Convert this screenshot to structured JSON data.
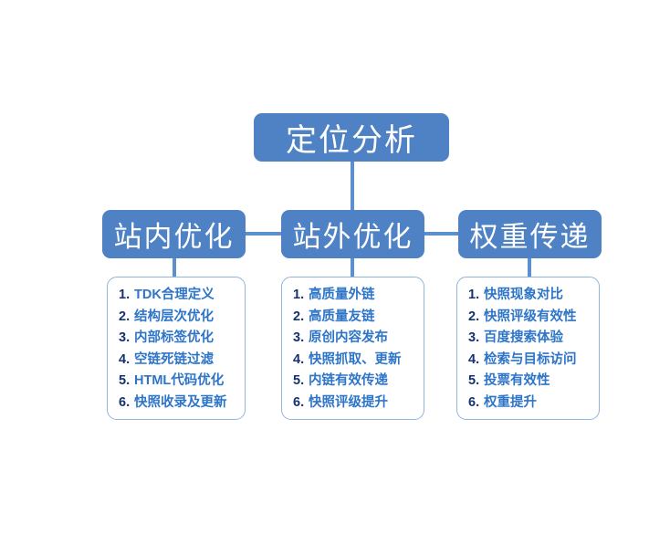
{
  "diagram": {
    "title_node": {
      "label": "定位分析"
    },
    "branches": [
      {
        "id": "inner",
        "label": "站内优化",
        "items": [
          {
            "num": "1.",
            "text": "TDK合理定义"
          },
          {
            "num": "2.",
            "text": "结构层次优化"
          },
          {
            "num": "3.",
            "text": "内部标签优化"
          },
          {
            "num": "4.",
            "text": "空链死链过滤"
          },
          {
            "num": "5.",
            "text": "HTML代码优化"
          },
          {
            "num": "6.",
            "text": "快照收录及更新"
          }
        ]
      },
      {
        "id": "outer",
        "label": "站外优化",
        "items": [
          {
            "num": "1.",
            "text": "高质量外链"
          },
          {
            "num": "2.",
            "text": "高质量友链"
          },
          {
            "num": "3.",
            "text": "原创内容发布"
          },
          {
            "num": "4.",
            "text": "快照抓取、更新"
          },
          {
            "num": "5.",
            "text": "内链有效传递"
          },
          {
            "num": "6.",
            "text": "快照评级提升"
          }
        ]
      },
      {
        "id": "weight",
        "label": "权重传递",
        "items": [
          {
            "num": "1.",
            "text": "快照现象对比"
          },
          {
            "num": "2.",
            "text": "快照评级有效性"
          },
          {
            "num": "3.",
            "text": "百度搜索体验"
          },
          {
            "num": "4.",
            "text": "检索与目标访问"
          },
          {
            "num": "5.",
            "text": "投票有效性"
          },
          {
            "num": "6.",
            "text": "权重提升"
          }
        ]
      }
    ],
    "colors": {
      "node_fill": "#4e82c4",
      "node_text": "#ffffff",
      "connector": "#5b8fce",
      "card_border": "#8fb4dd",
      "list_number": "#16326e",
      "list_text": "#2e75c8",
      "background": "#ffffff"
    }
  }
}
